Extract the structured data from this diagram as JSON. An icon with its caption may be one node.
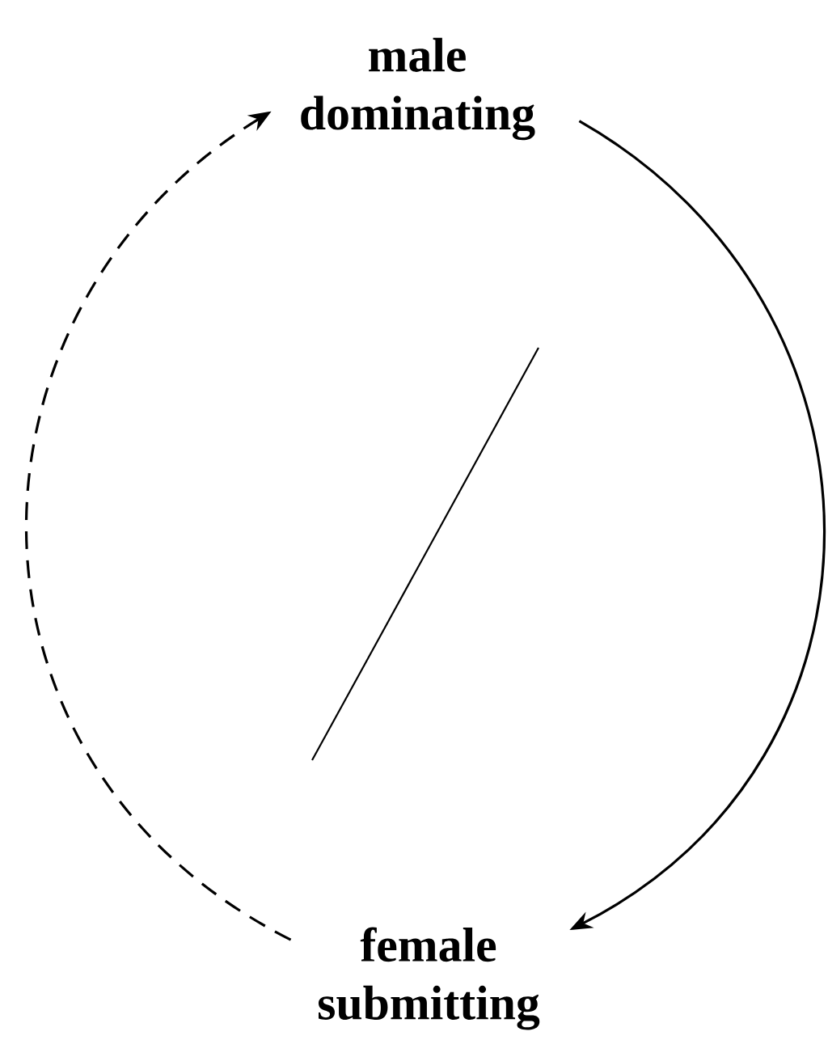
{
  "diagram": {
    "nodes": [
      {
        "text": [
          "male dominating"
        ]
      },
      {
        "text": [
          "female submitting"
        ]
      }
    ],
    "edges": [
      {
        "from": 0,
        "to": 1,
        "arrow": "to"
      },
      {
        "from": 1,
        "to": 0,
        "arrow": "to",
        "style": "dashed"
      }
    ]
  }
}
